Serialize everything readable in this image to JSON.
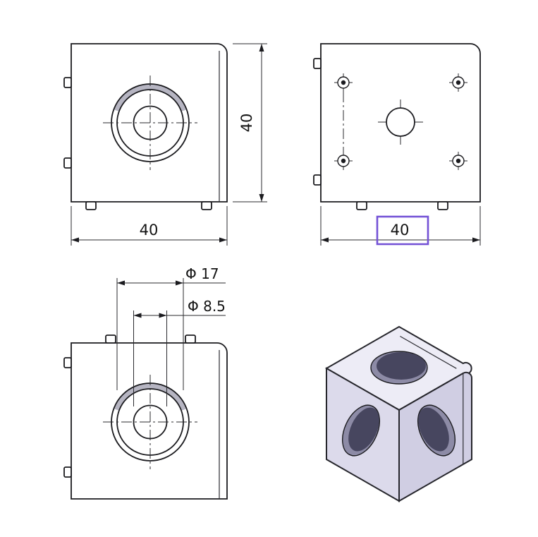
{
  "dimensions": {
    "front_width": "40",
    "front_height": "40",
    "back_width": "40",
    "counterbore_diameter": "Φ 17",
    "bore_diameter": "Φ 8.5"
  },
  "colors": {
    "line": "#1b1b1f",
    "highlight": "#7452d6",
    "shading": "#b6b5c2",
    "iso_top": "#edecf6",
    "iso_left": "#dcdaeb",
    "iso_right": "#d0cee3",
    "hole_wall": "#8d8ba6",
    "hole_deep": "#47465f"
  }
}
